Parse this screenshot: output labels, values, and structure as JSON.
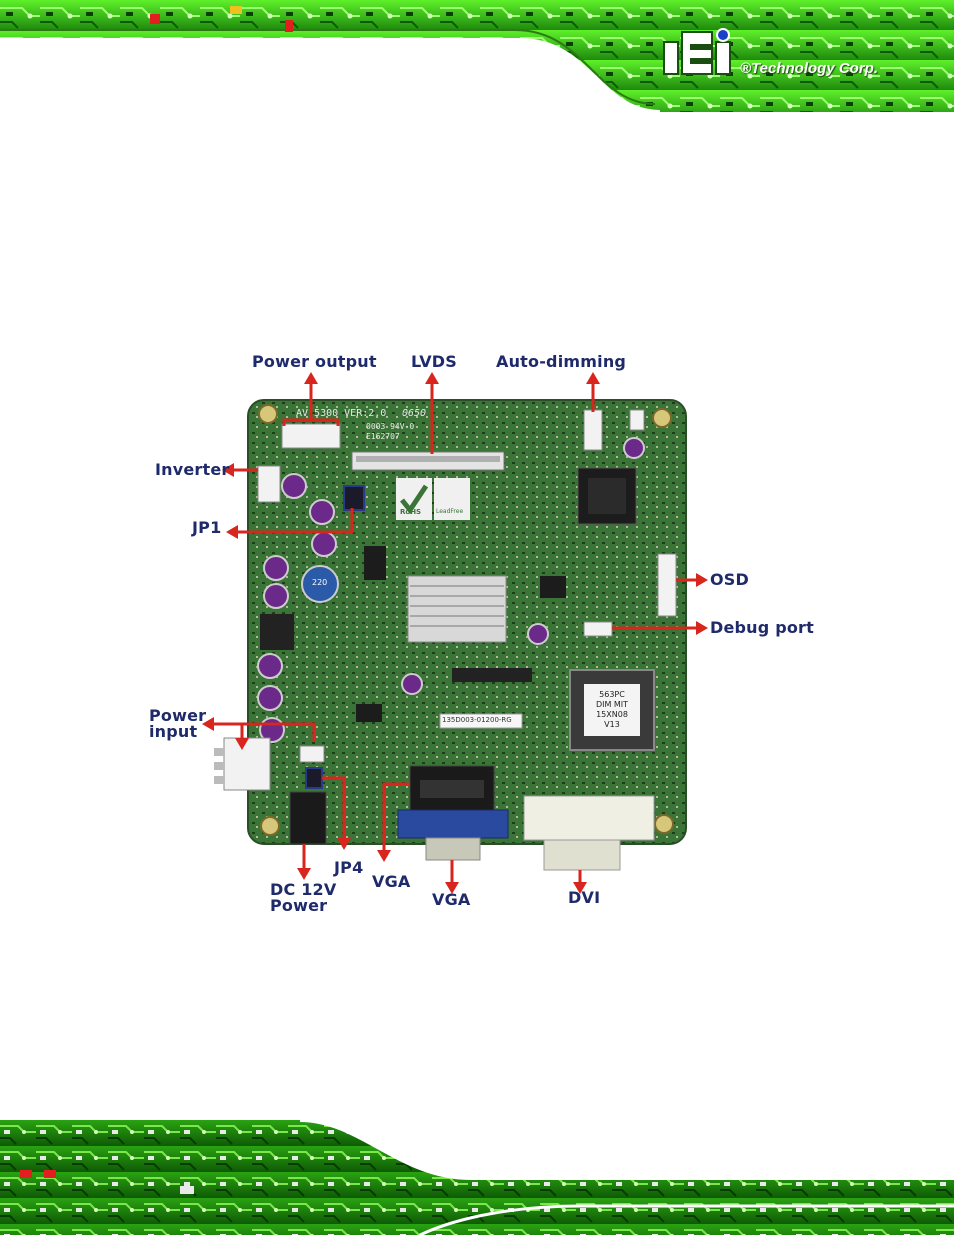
{
  "header": {
    "brand_logo": "iEi",
    "brand_tagline": "®Technology Corp."
  },
  "figure": {
    "labels": {
      "power_output": "Power output",
      "lvds": "LVDS",
      "auto_dimming": "Auto-dimming",
      "inverter": "Inverter",
      "jp1": "JP1",
      "osd": "OSD",
      "debug_port": "Debug port",
      "power_input_line1": "Power",
      "power_input_line2": "input",
      "dc12v_line1": "DC 12V",
      "dc12v_line2": "Power",
      "jp4": "JP4",
      "vga_left": "VGA",
      "vga_bottom": "VGA",
      "dvi": "DVI"
    },
    "board": {
      "silkscreen_model": "AV 5300 VER:2.0",
      "silkscreen_code": "0650",
      "silkscreen_ul1": "0003 94V-0",
      "silkscreen_ul2": "E162707",
      "chip_line1": "563PC",
      "chip_line2": "DIM MIT",
      "chip_line3": "15XN08",
      "chip_line4": "V13",
      "sticker": "135D003-01200-RG",
      "rohs": "RoHS",
      "leadfree": "LeadFree",
      "cap": "220"
    },
    "colors": {
      "arrow": "#d8261e",
      "label": "#1f2a6b",
      "pcb": "#3f7a3a",
      "green_bg": "#3fd51a"
    }
  }
}
